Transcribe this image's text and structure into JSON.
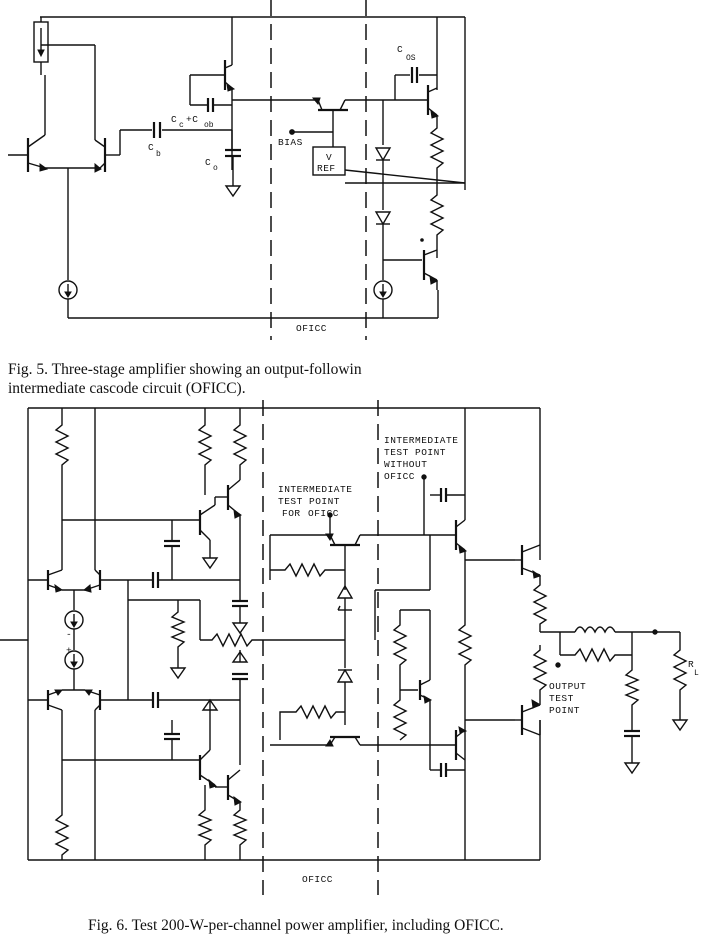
{
  "fig5": {
    "labels": {
      "cos": "C",
      "cos_sub": "OS",
      "ccob": "C",
      "ccob_sub": "c",
      "ccob_plus": "+C",
      "ccob_sub2": "ob",
      "cb": "C",
      "cb_sub": "b",
      "co": "C",
      "co_sub": "o",
      "bias": "BIAS",
      "vref_1": "V",
      "vref_2": "REF",
      "oficc": "OFICC"
    },
    "caption": "Fig. 5. Three-stage amplifier showing an output-followin\nintermediate cascode circuit (OFICC)."
  },
  "fig6": {
    "labels": {
      "itp_without_1": "INTERMEDIATE",
      "itp_without_2": "TEST POINT",
      "itp_without_3": "WITHOUT",
      "itp_without_4": "OFICC",
      "itp_for_1": "INTERMEDIATE",
      "itp_for_2": "TEST POINT",
      "itp_for_3": "FOR",
      "itp_for_4": "OFICC",
      "otp_1": "OUTPUT",
      "otp_2": "TEST",
      "otp_3": "POINT",
      "rl": "R",
      "rl_sub": "L",
      "minus": "-",
      "plus": "+",
      "oficc": "OFICC"
    },
    "caption": "Fig. 6. Test 200-W-per-channel power amplifier, including OFICC."
  }
}
